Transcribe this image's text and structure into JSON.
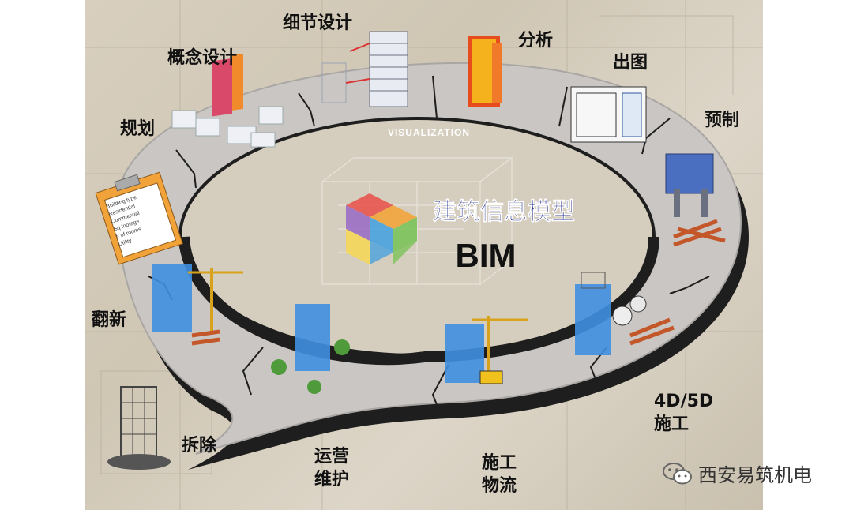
{
  "diagram": {
    "center_title_cn": "建筑信息模型",
    "center_title_en": "BIM",
    "ring_label": "VISUALIZATION",
    "stages": {
      "planning": "规划",
      "concept_design": "概念设计",
      "detail_design": "细节设计",
      "analysis": "分析",
      "drawing": "出图",
      "prefab": "预制",
      "construction_4d5d_line1": "4D/5D",
      "construction_4d5d_line2": "施工",
      "logistics_line1": "施工",
      "logistics_line2": "物流",
      "operation_line1": "运营",
      "operation_line2": "维护",
      "demolition": "拆除",
      "renovation": "翻新"
    },
    "clipboard_lines": [
      "Building type",
      "Residential",
      "Commercial",
      "Sq footage",
      "# of rooms",
      "Utility"
    ]
  },
  "watermark": {
    "text": "西安易筑机电",
    "icon": "wechat-icon"
  },
  "colors": {
    "ring_top": "#c9c6c3",
    "ring_band": "#1e1e1e",
    "logo_red": "#e8554e",
    "logo_orange": "#f3a53b",
    "logo_green": "#7cc35a",
    "logo_blue": "#4aa3df",
    "logo_purple": "#9b6fc3",
    "logo_yellow": "#f5d75a"
  }
}
